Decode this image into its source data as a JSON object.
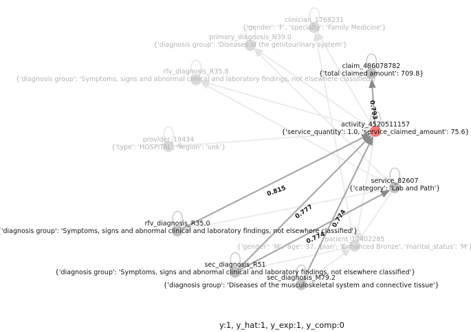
{
  "caption": "y:1, y_hat:1, y_exp:1, y_comp:0",
  "colors": {
    "node_gray": "#bdbdbd",
    "node_target": "#f07070",
    "edge_strong": "#a8a8a8",
    "edge_faint": "#ebebeb",
    "label_faded": "#b3b3b3",
    "label_strong": "#111111"
  },
  "nodes": [
    {
      "id": "clinician",
      "name": "clinician_1768231",
      "attrs": "{'gender': 'F', 'specialty': 'Family Medicine'}",
      "faded": true
    },
    {
      "id": "primary_n39",
      "name": "primary_diagnosis_N39.0",
      "attrs": "{'diagnosis group': 'Diseases of the genitourinary system'}",
      "faded": true
    },
    {
      "id": "claim",
      "name": "claim_486078782",
      "attrs": "{'total claimed amount': 709.8}",
      "faded": false
    },
    {
      "id": "rfv_r358",
      "name": "rfv_diagnosis_R35.8",
      "attrs": "{'diagnosis group': 'Symptoms, signs and abnormal clinical and laboratory findings, not elsewhere classified'}",
      "faded": true
    },
    {
      "id": "activity",
      "name": "activity_4520511157",
      "attrs": "{'service_quantity': 1.0, 'service_claimed_amount': 75.6}",
      "faded": false,
      "target": true
    },
    {
      "id": "provider",
      "name": "provider_19434",
      "attrs": "{'type': 'HOSPITAL', 'region': 'unk'}",
      "faded": true
    },
    {
      "id": "service",
      "name": "service_82607",
      "attrs": "{'category': 'Lab and Path'}",
      "faded": false
    },
    {
      "id": "rfv_r350",
      "name": "rfv_diagnosis_R35.0",
      "attrs": "{'diagnosis group': 'Symptoms, signs and abnormal clinical and laboratory findings, not elsewhere classified'}",
      "faded": false
    },
    {
      "id": "patient",
      "name": "patient_12402285",
      "attrs": "{'gender': 'M', 'age': 37, 'plan': 'Enhanced Bronze', 'marital_status': 'M'}",
      "faded": true
    },
    {
      "id": "sec_r51",
      "name": "sec_diagnosis_R51",
      "attrs": "{'diagnosis group': 'Symptoms, signs and abnormal clinical and laboratory findings, not elsewhere classified'}",
      "faded": false
    },
    {
      "id": "sec_m792",
      "name": "sec_diagnosis_M79.2",
      "attrs": "{'diagnosis group': 'Diseases of the musculoskeletal system and connective tissue'}",
      "faded": false
    }
  ],
  "edges": [
    {
      "from": "activity",
      "to": "claim",
      "weight": "0.793",
      "strong": true
    },
    {
      "from": "rfv_r350",
      "to": "activity",
      "weight": "0.815",
      "strong": true
    },
    {
      "from": "sec_r51",
      "to": "activity",
      "weight": "0.777",
      "strong": true
    },
    {
      "from": "sec_m792",
      "to": "activity",
      "weight": "0.774",
      "strong": true
    },
    {
      "from": "sec_r51",
      "to": "service",
      "weight": "0.774",
      "strong": true
    },
    {
      "from": "activity",
      "to": "clinician",
      "weight": "",
      "strong": false
    },
    {
      "from": "activity",
      "to": "primary_n39",
      "weight": "",
      "strong": false
    },
    {
      "from": "activity",
      "to": "rfv_r358",
      "weight": "",
      "strong": false
    },
    {
      "from": "activity",
      "to": "provider",
      "weight": "",
      "strong": false
    },
    {
      "from": "activity",
      "to": "patient",
      "weight": "",
      "strong": false
    },
    {
      "from": "service",
      "to": "primary_n39",
      "weight": "",
      "strong": false
    },
    {
      "from": "service",
      "to": "rfv_r358",
      "weight": "",
      "strong": false
    },
    {
      "from": "service",
      "to": "rfv_r350",
      "weight": "",
      "strong": false
    },
    {
      "from": "service",
      "to": "patient",
      "weight": "",
      "strong": false
    },
    {
      "from": "patient",
      "to": "clinician",
      "weight": "",
      "strong": false
    },
    {
      "from": "sec_m792",
      "to": "patient",
      "weight": "",
      "strong": false
    },
    {
      "from": "sec_r51",
      "to": "patient",
      "weight": "",
      "strong": false
    }
  ]
}
